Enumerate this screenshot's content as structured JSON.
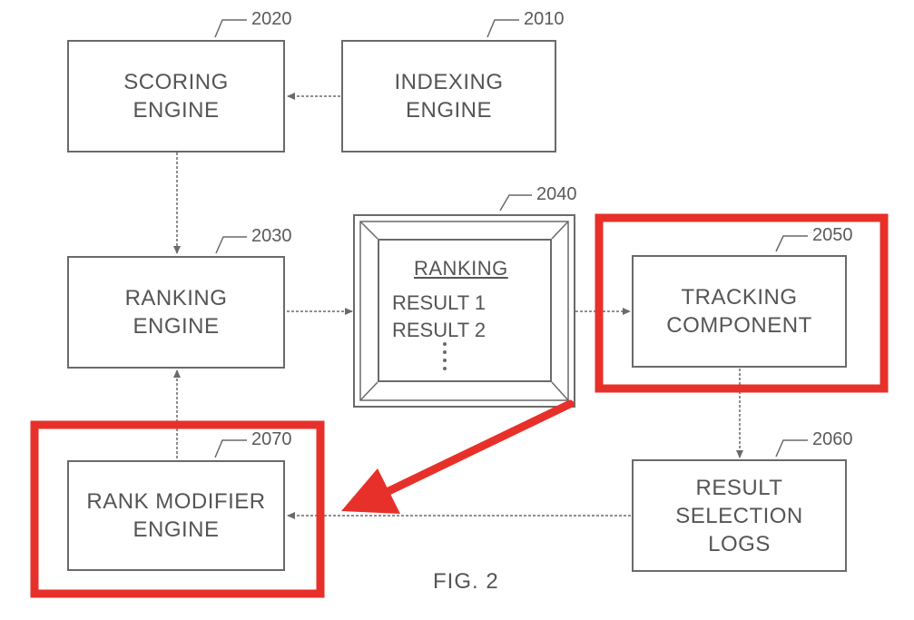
{
  "figure": {
    "label": "FIG. 2"
  },
  "boxes": {
    "indexing": {
      "ref": "2010",
      "lines": [
        "INDEXING",
        "ENGINE"
      ]
    },
    "scoring": {
      "ref": "2020",
      "lines": [
        "SCORING",
        "ENGINE"
      ]
    },
    "ranking_engine": {
      "ref": "2030",
      "lines": [
        "RANKING",
        "ENGINE"
      ]
    },
    "ranking_results": {
      "ref": "2040",
      "heading": "RANKING",
      "items": [
        "RESULT 1",
        "RESULT 2"
      ]
    },
    "tracking": {
      "ref": "2050",
      "lines": [
        "TRACKING",
        "COMPONENT"
      ]
    },
    "logs": {
      "ref": "2060",
      "lines": [
        "RESULT",
        "SELECTION",
        "LOGS"
      ]
    },
    "rank_modifier": {
      "ref": "2070",
      "lines": [
        "RANK MODIFIER",
        "ENGINE"
      ]
    }
  },
  "colors": {
    "line": "#6a6a6a",
    "highlight": "#e8302a",
    "text": "#555555"
  }
}
